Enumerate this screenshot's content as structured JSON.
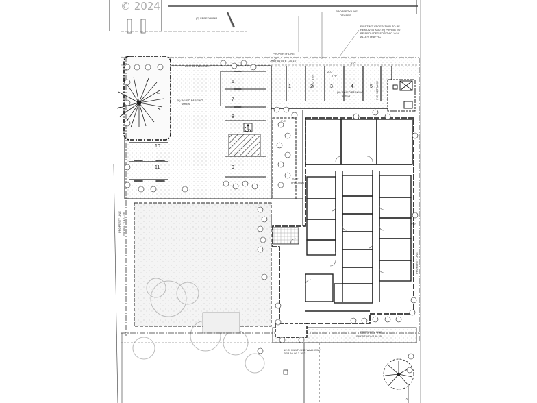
{
  "copyright": "© 2024",
  "notes": {
    "speedbump": "(2) SPEEDBUMP",
    "property_line_top": "PROPERTY LINE",
    "others": "OTHERS",
    "vegetation": "EXISTING VEGETATION TO BE REMOVED AND (N) PAVING TO BE PROVIDED FOR TWO-WAY ALLEY TRAFFIC",
    "property_line_north": "PROPERTY LINE",
    "north_bearing": "S89°51'55\"E 130.15'",
    "drive_aisle": "23'-0\" DRIVE AISLE",
    "paved_parking_left": "(N) PAVED PARKING AREA",
    "paved_parking_right": "(N) PAVED PARKING AREA",
    "typ": "TYP",
    "typ_long": "TYP LONG",
    "dim_a": "2'-0\"",
    "dim_b": "9'-0\"",
    "dim_c": "7'-0\"",
    "dim_d": "20'-0\"",
    "dim_e": "18'-0\" TYP",
    "setback": "5'-0\" SETBACK",
    "property_line_west": "PROPERTY LINE",
    "west_bearing": "N0°15'17\"E 121.46'",
    "property_line_south": "PROPERTY LINE",
    "south_bearing": "S89°57'59\"W 130.25'",
    "walkway": "10'-0\" MULTI-USE WALKWAY PER 10-09-3-3CC",
    "property_line_east": "PROPERTY LINE",
    "per": "PER",
    "sheet": "3"
  },
  "stalls": [
    "1",
    "2",
    "3",
    "4",
    "5",
    "6",
    "7",
    "8",
    "9",
    "10",
    "11"
  ],
  "symbols": {
    "accessible": "accessible-parking-icon",
    "tree": "tree-icon",
    "north": "north-arrow-icon"
  }
}
